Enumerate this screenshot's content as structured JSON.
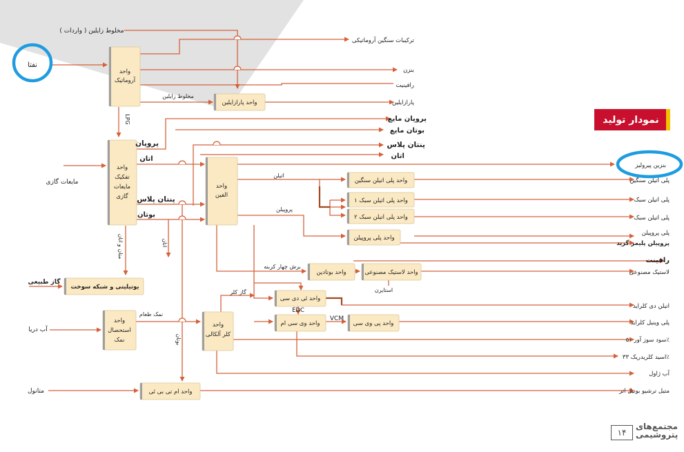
{
  "title": "نمودار تولید",
  "page_number": "۱۴",
  "brand": "مجتمع‌های پتروشیمی",
  "units": {
    "aromatic": [
      "واحد",
      "آروماتیک"
    ],
    "paraxylene": "واحد پارازایلین",
    "gas_separation": [
      "واحد",
      "تفکیک",
      "مایعات",
      "گازی"
    ],
    "olefin": [
      "واحد",
      "الفین"
    ],
    "hdpe": "واحد پلی اتیلن سنگین",
    "lldpe1": "واحد پلی اتیلن سبک ۱",
    "lldpe2": "واحد پلی اتیلن سبک ۲",
    "pp": "واحد پلی پروپیلن",
    "butadiene": "واحد بوتادین",
    "rubber": "واحد لاستیک مصنوعی",
    "edc": "واحد ئی دی سی",
    "vcm": "واحد وی سی ام",
    "pvc": "واحد پی وی سی",
    "chlor_alkali": [
      "واحد",
      "کلر آلکالی"
    ],
    "salt": [
      "واحد",
      "استحصال",
      "نمک"
    ],
    "utilities": "یوتیلیتی و شبکه سوخت",
    "mtbe": "واحد ام تی بی ئی"
  },
  "inputs": {
    "naphtha": "نفتا",
    "xylene_import": "( واردات ) مخلوط زایلین",
    "gas_liquids": "مایعات گازی",
    "natural_gas": "گاز طبیعی",
    "seawater": "آب دریا",
    "methanol": "متانول"
  },
  "streams": {
    "mixed_xylene": "مخلوط زایلین",
    "lpg": "LPG",
    "propane": "پروپان",
    "ethane": "اتان",
    "pentane_plus": "پنتان پلاس",
    "butane": "بوتان",
    "methane_ethane": "متان و اتان",
    "ethane_down": "اتان",
    "ethylene": "اتیلن",
    "propylene": "پروپیلن",
    "c4_cut": "برش چهار کربنه",
    "styrene": "استایرن",
    "chlorine_gas": "گاز کلر",
    "salt": "نمک طعام",
    "edc": "EDC",
    "vcm": "VCM",
    "butane_vertical": "بوتان"
  },
  "outputs": {
    "heavy_aromatics": "ترکیبات سنگین آروماتیکی",
    "benzene": "بنزن",
    "raffinate1": "رافینیت",
    "paraxylene": "پارازایلین",
    "liquid_propane": "پروپان مایع",
    "liquid_butane": "بوتان مایع",
    "pentane_plus": "پنتان پلاس",
    "ethane": "اتان",
    "pyrolysis_gasoline": "بنزین پیرولیز",
    "hdpe": "پلی اتیلن سنگین",
    "lldpe_a": "پلی اتیلن سبک",
    "lldpe_b": "پلی اتیلن سبک",
    "pp": "پلی پروپیلن",
    "pp_grade": "پروپیلن پلیمر گرید",
    "raffinate2": "رافینت",
    "synthetic_rubber": "لاستیک مصنوعی",
    "edc_out": "اتیلن دی کلراید",
    "pvc": "پلی وینیل کلراید",
    "caustic": "سود سوز آور ۵۰٪",
    "hcl": "اسید کلریدریک ۳۳٪",
    "bleach": "آب ژاول",
    "mtbe": "متیل ترشیو بوتیل اتر"
  },
  "colors": {
    "line": "#d4613a",
    "box_fill": "#fbe9c3",
    "box_edge": "#9e9e9e",
    "highlight": "#1f9ce0",
    "title_bg": "#c8102e",
    "title_tab": "#f2c200",
    "corner": "#e2e2e2"
  }
}
